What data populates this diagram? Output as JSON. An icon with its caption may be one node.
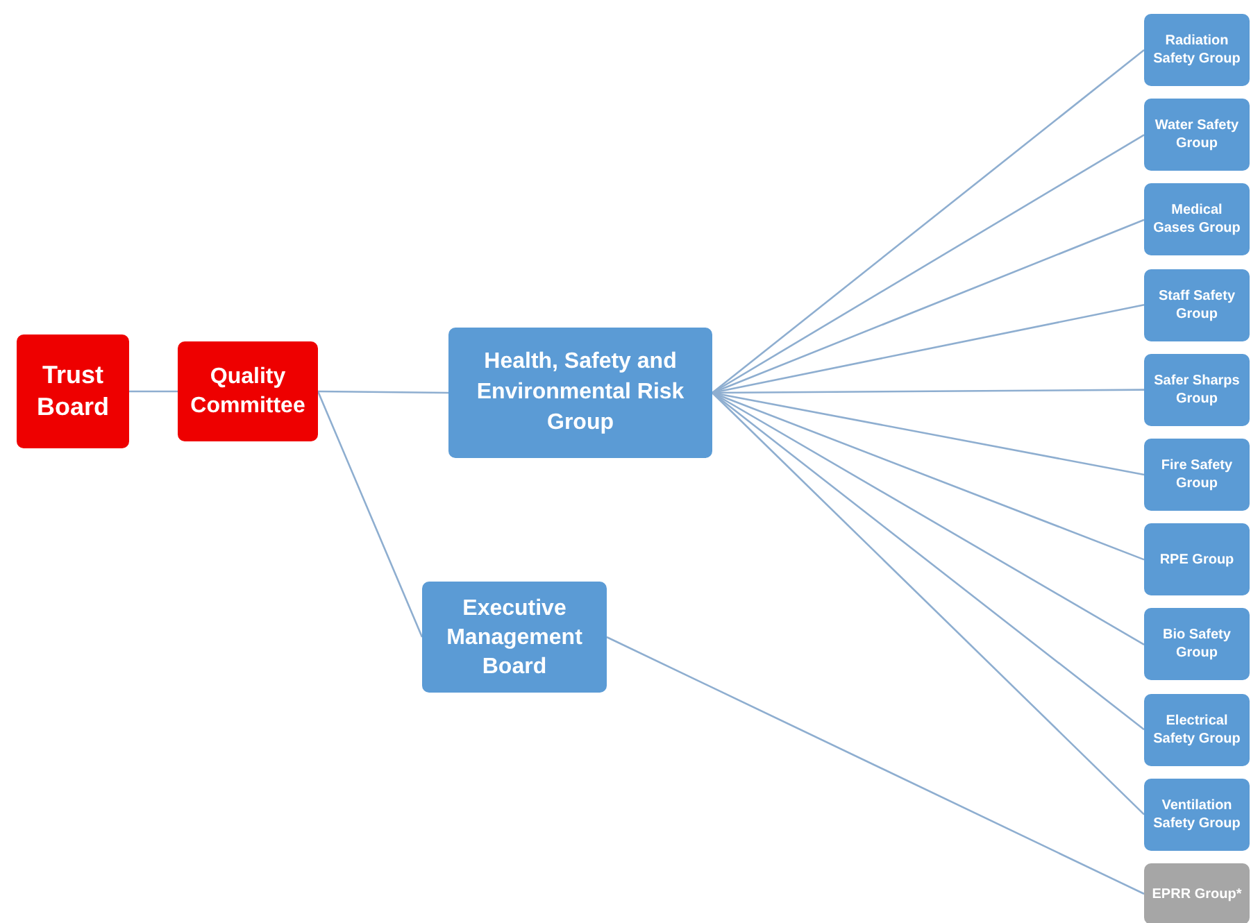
{
  "diagram": {
    "nodes": [
      {
        "text": [
          "Trust Board"
        ]
      },
      {
        "text": [
          "Quality Committee"
        ]
      },
      {
        "text": [
          "Health, Safety and Environmental Risk Group"
        ]
      },
      {
        "text": [
          "Executive Management Board"
        ]
      },
      {
        "text": [
          "Radiation Safety Group"
        ]
      },
      {
        "text": [
          "Water Safety Group"
        ]
      },
      {
        "text": [
          "Medical Gases Group"
        ]
      },
      {
        "text": [
          "Staff Safety Group"
        ]
      },
      {
        "text": [
          "Safer Sharps Group"
        ]
      },
      {
        "text": [
          "Fire Safety Group"
        ]
      },
      {
        "text": [
          "RPE Group"
        ]
      },
      {
        "text": [
          "Bio Safety Group"
        ]
      },
      {
        "text": [
          "Electrical Safety Group"
        ]
      },
      {
        "text": [
          "Ventilation Safety Group"
        ]
      },
      {
        "text": [
          "EPRR Group*"
        ]
      }
    ],
    "edges": [
      {
        "from": 0,
        "to": 1,
        "arrow": "none"
      },
      {
        "from": 1,
        "to": 2,
        "arrow": "none"
      },
      {
        "from": 1,
        "to": 3,
        "arrow": "none"
      },
      {
        "from": 2,
        "to": 4,
        "arrow": "none"
      },
      {
        "from": 2,
        "to": 5,
        "arrow": "none"
      },
      {
        "from": 2,
        "to": 6,
        "arrow": "none"
      },
      {
        "from": 2,
        "to": 7,
        "arrow": "none"
      },
      {
        "from": 2,
        "to": 8,
        "arrow": "none"
      },
      {
        "from": 2,
        "to": 9,
        "arrow": "none"
      },
      {
        "from": 2,
        "to": 10,
        "arrow": "none"
      },
      {
        "from": 2,
        "to": 11,
        "arrow": "none"
      },
      {
        "from": 2,
        "to": 12,
        "arrow": "none"
      },
      {
        "from": 2,
        "to": 13,
        "arrow": "none"
      },
      {
        "from": 3,
        "to": 14,
        "arrow": "none"
      }
    ]
  }
}
